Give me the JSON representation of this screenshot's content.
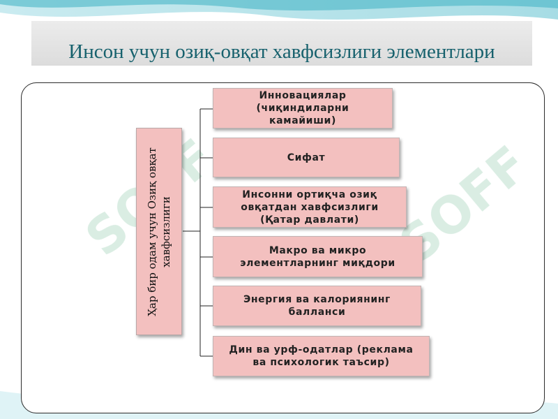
{
  "slide": {
    "title": "Инсон учун озиқ-овқат хавфсизлиги элементлари"
  },
  "diagram": {
    "root_label": "Ҳар бир одам учун Озиқ овқат хавфсизлиги",
    "items": [
      {
        "label": "Инновациялар\n(чиқиндиларни\nкамайиши)"
      },
      {
        "label": "Сифат"
      },
      {
        "label": "Инсонни ортиқча озиқ\nовқатдан хавфсизлиги\n(Қатар давлати)"
      },
      {
        "label": "Макро ва микро\nэлементларнинг миқдори"
      },
      {
        "label": "Энергия ва калориянинг\nбалланси"
      },
      {
        "label": "Дин ва урф-одатлар (реклама\nва психологик таъсир)"
      }
    ]
  },
  "watermark": {
    "text": "SOFF",
    "color": "#2e9a62"
  },
  "colors": {
    "box_fill": "#f3c0bf",
    "title_color": "#17616d",
    "accent_teal": "#45b8c8"
  }
}
